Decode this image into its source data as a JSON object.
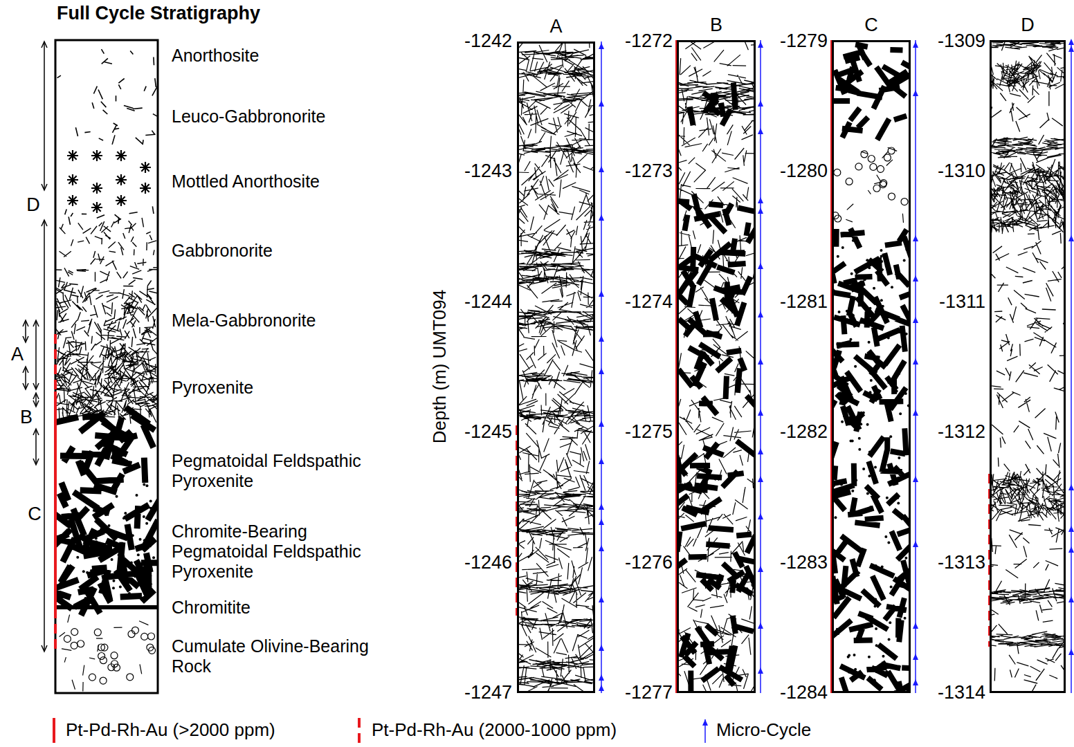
{
  "diagram": {
    "title": "Full Cycle Stratigraphy",
    "nodes": [
      {
        "text": [
          "A"
        ]
      },
      {
        "text": [
          "B"
        ]
      },
      {
        "text": [
          "C"
        ]
      },
      {
        "text": [
          "D"
        ]
      }
    ],
    "labels": [
      "Anorthosite",
      "Leuco-Gabbronorite",
      "Mottled Anorthosite",
      "Gabbronorite",
      "Mela-Gabbronorite",
      "Pyroxenite",
      "Pegmatoidal Feldspathic Pyroxenite",
      "Chromite-Bearing Pegmatoidal Feldspathic Pyroxenite",
      "Chromitite",
      "Cumulate Olivine-Bearing Rock",
      "D",
      "A",
      "B",
      "C",
      "Depth (m) UMT094",
      "-1242",
      "-1243",
      "-1244",
      "-1245",
      "-1246",
      "-1247",
      "-1272",
      "-1273",
      "-1274",
      "-1275",
      "-1276",
      "-1277",
      "-1279",
      "-1280",
      "-1281",
      "-1282",
      "-1283",
      "-1284",
      "-1309",
      "-1310",
      "-1311",
      "-1312",
      "-1313",
      "-1314"
    ],
    "legend": [
      {
        "text": "Pt-Pd-Rh-Au (>2000 ppm)"
      },
      {
        "text": "Pt-Pd-Rh-Au (2000-1000 ppm)"
      },
      {
        "text": "Micro-Cycle"
      }
    ]
  }
}
